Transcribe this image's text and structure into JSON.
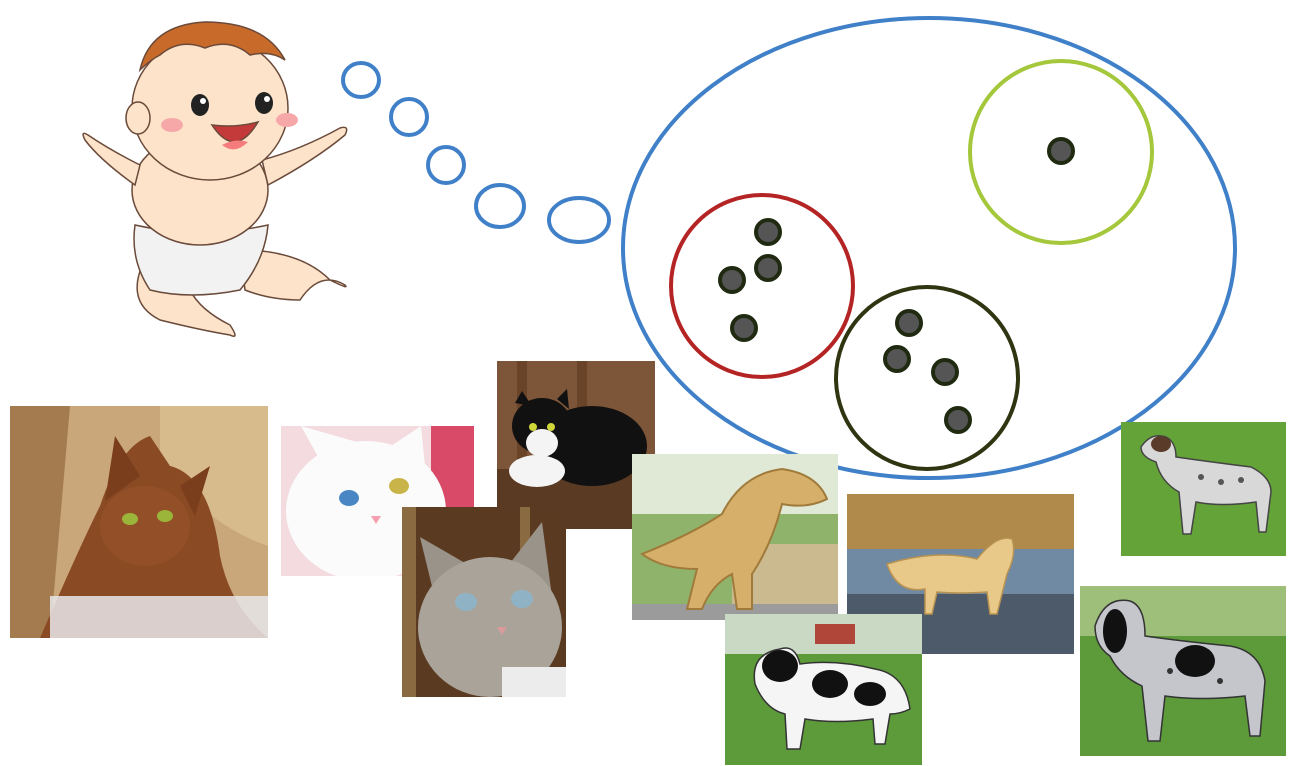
{
  "colors": {
    "thought_outline": "#3f80c8",
    "cluster_cat": "#b52424",
    "cluster_dog": "#2e3510",
    "cluster_dino": "#a4c73b",
    "point_fill": "#555555",
    "point_stroke": "#1f2a10"
  },
  "clusters": [
    {
      "name": "cats",
      "points": 4
    },
    {
      "name": "dogs",
      "points": 4
    },
    {
      "name": "dinosaur",
      "points": 1
    }
  ],
  "photos": [
    {
      "name": "cat-abyssinian-photo",
      "subject": "cat"
    },
    {
      "name": "cat-white-photo",
      "subject": "cat"
    },
    {
      "name": "cat-black-white-photo",
      "subject": "cat"
    },
    {
      "name": "cat-tabby-photo",
      "subject": "cat"
    },
    {
      "name": "dinosaur-statue-photo",
      "subject": "dinosaur"
    },
    {
      "name": "dog-golden-retriever-photo",
      "subject": "dog"
    },
    {
      "name": "dog-black-white-photo",
      "subject": "dog"
    },
    {
      "name": "dog-pointer-photo",
      "subject": "dog"
    },
    {
      "name": "dog-hound-photo",
      "subject": "dog"
    }
  ]
}
